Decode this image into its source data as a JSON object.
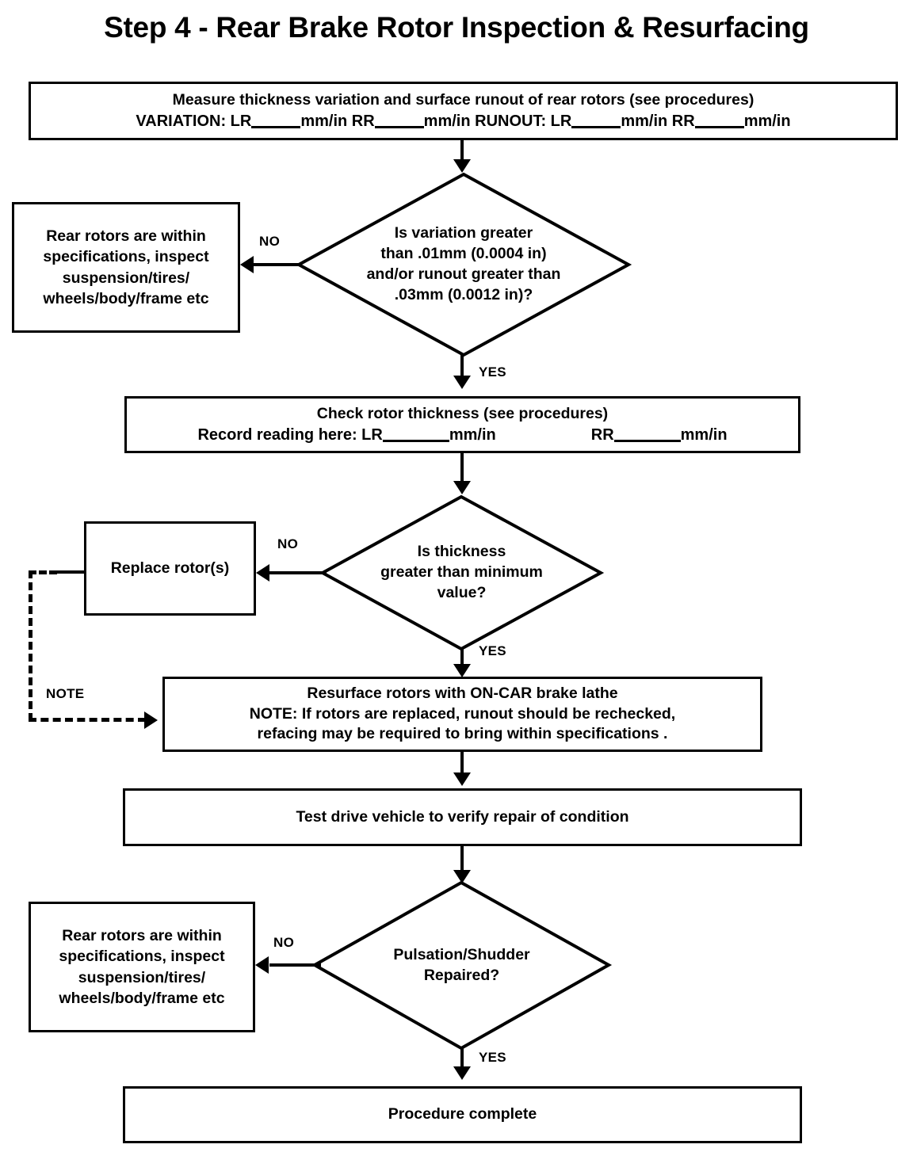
{
  "title": "Step 4 - Rear Brake Rotor Inspection & Resurfacing",
  "nodes": {
    "measure": {
      "line1": "Measure thickness variation and surface runout of rear rotors (see procedures)",
      "line2_a": "VARIATION:  LR",
      "line2_b": "mm/in  RR",
      "line2_c": "mm/in  RUNOUT:  LR",
      "line2_d": "mm/in  RR",
      "line2_e": "mm/in"
    },
    "within_spec_top": {
      "line1": "Rear rotors are within",
      "line2": "specifications, inspect",
      "line3": "suspension/tires/",
      "line4": "wheels/body/frame etc"
    },
    "decision_variation": {
      "line1": "Is variation greater",
      "line2": "than .01mm (0.0004 in)",
      "line3": "and/or runout greater than",
      "line4": ".03mm (0.0012 in)?"
    },
    "check_thickness": {
      "line1": "Check rotor thickness (see procedures)",
      "line2_a": "Record reading here: LR",
      "line2_b": "mm/in",
      "line2_c": "RR",
      "line2_d": "mm/in"
    },
    "decision_thickness": {
      "line1": "Is thickness",
      "line2": "greater than minimum",
      "line3": "value?"
    },
    "replace_rotors": {
      "line1": "Replace rotor(s)"
    },
    "resurface": {
      "line1": "Resurface rotors with ON-CAR brake lathe",
      "line2": "NOTE:  If rotors are replaced, runout should be rechecked,",
      "line3": "refacing may be required to bring within specifications  ."
    },
    "test_drive": {
      "line1": "Test drive vehicle to verify repair of condition"
    },
    "decision_pulsation": {
      "line1": "Pulsation/Shudder",
      "line2": "Repaired?"
    },
    "within_spec_bottom": {
      "line1": "Rear rotors are within",
      "line2": "specifications, inspect",
      "line3": "suspension/tires/",
      "line4": "wheels/body/frame etc"
    },
    "procedure_complete": {
      "line1": "Procedure complete"
    }
  },
  "edges": {
    "no_1": "NO",
    "yes_1": "YES",
    "no_2": "NO",
    "yes_2": "YES",
    "note": "NOTE",
    "no_3": "NO",
    "yes_3": "YES"
  },
  "colors": {
    "stroke": "#000000",
    "background": "#ffffff"
  },
  "chart_data": {
    "type": "diagram",
    "diagram_kind": "flowchart",
    "title": "Step 4 - Rear Brake Rotor Inspection & Resurfacing",
    "nodes": [
      {
        "id": "measure",
        "shape": "rectangle",
        "text": "Measure thickness variation and surface runout of rear rotors (see procedures) | VARIATION: LR____mm/in RR____mm/in RUNOUT: LR____mm/in RR____mm/in"
      },
      {
        "id": "decision_variation",
        "shape": "diamond",
        "text": "Is variation greater than .01mm (0.0004 in) and/or runout greater than .03mm (0.0012 in)?"
      },
      {
        "id": "within_spec_top",
        "shape": "rectangle",
        "text": "Rear rotors are within specifications, inspect suspension/tires/wheels/body/frame etc"
      },
      {
        "id": "check_thickness",
        "shape": "rectangle",
        "text": "Check rotor thickness (see procedures) Record reading here: LR____mm/in RR____mm/in"
      },
      {
        "id": "decision_thickness",
        "shape": "diamond",
        "text": "Is thickness greater than minimum value?"
      },
      {
        "id": "replace_rotors",
        "shape": "rectangle",
        "text": "Replace rotor(s)"
      },
      {
        "id": "resurface",
        "shape": "rectangle",
        "text": "Resurface rotors with ON-CAR brake lathe NOTE: If rotors are replaced, runout should be rechecked, refacing may be required to bring within specifications ."
      },
      {
        "id": "test_drive",
        "shape": "rectangle",
        "text": "Test drive vehicle to verify repair of condition"
      },
      {
        "id": "decision_pulsation",
        "shape": "diamond",
        "text": "Pulsation/Shudder Repaired?"
      },
      {
        "id": "within_spec_bottom",
        "shape": "rectangle",
        "text": "Rear rotors are within specifications, inspect suspension/tires/wheels/body/frame etc"
      },
      {
        "id": "procedure_complete",
        "shape": "rectangle",
        "text": "Procedure complete"
      }
    ],
    "edges": [
      {
        "from": "measure",
        "to": "decision_variation",
        "label": ""
      },
      {
        "from": "decision_variation",
        "to": "within_spec_top",
        "label": "NO"
      },
      {
        "from": "decision_variation",
        "to": "check_thickness",
        "label": "YES"
      },
      {
        "from": "check_thickness",
        "to": "decision_thickness",
        "label": ""
      },
      {
        "from": "decision_thickness",
        "to": "replace_rotors",
        "label": "NO"
      },
      {
        "from": "decision_thickness",
        "to": "resurface",
        "label": "YES"
      },
      {
        "from": "replace_rotors",
        "to": "resurface",
        "label": "NOTE",
        "style": "dashed"
      },
      {
        "from": "resurface",
        "to": "test_drive",
        "label": ""
      },
      {
        "from": "test_drive",
        "to": "decision_pulsation",
        "label": ""
      },
      {
        "from": "decision_pulsation",
        "to": "within_spec_bottom",
        "label": "NO"
      },
      {
        "from": "decision_pulsation",
        "to": "procedure_complete",
        "label": "YES"
      }
    ]
  }
}
